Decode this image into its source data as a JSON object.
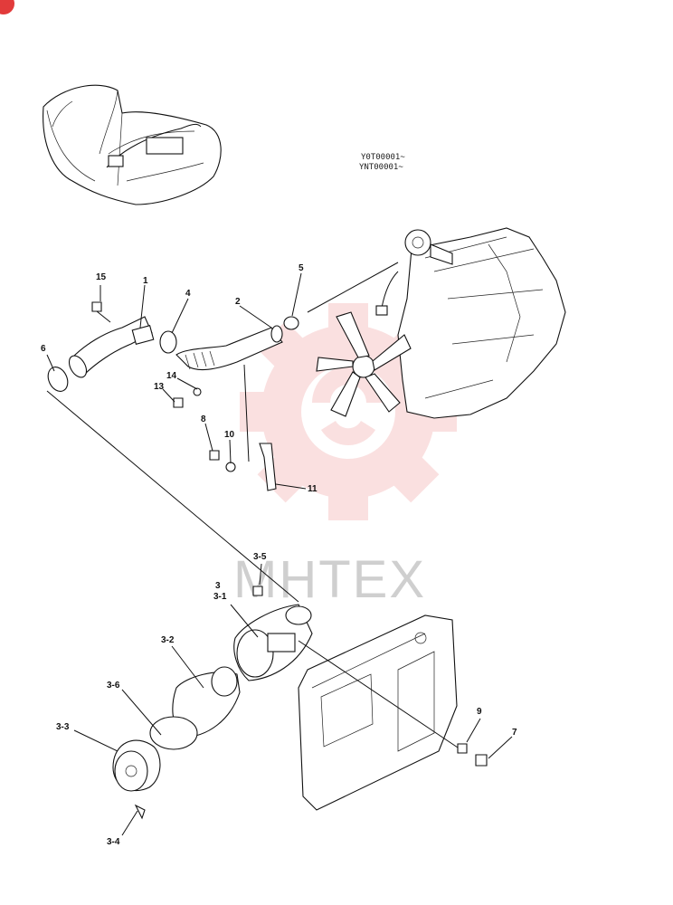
{
  "serials": [
    "Y0T00001~",
    "YNT00001~"
  ],
  "watermark": {
    "text": "MHTEX",
    "color": "#f2a9a9"
  },
  "callouts": [
    {
      "id": "c15",
      "text": "15"
    },
    {
      "id": "c1",
      "text": "1"
    },
    {
      "id": "c4",
      "text": "4"
    },
    {
      "id": "c2",
      "text": "2"
    },
    {
      "id": "c5",
      "text": "5"
    },
    {
      "id": "c6",
      "text": "6"
    },
    {
      "id": "c14",
      "text": "14"
    },
    {
      "id": "c13",
      "text": "13"
    },
    {
      "id": "c8",
      "text": "8"
    },
    {
      "id": "c10",
      "text": "10"
    },
    {
      "id": "c11",
      "text": "11"
    },
    {
      "id": "c3-5",
      "text": "3-5"
    },
    {
      "id": "c3",
      "text": "3"
    },
    {
      "id": "c3-1",
      "text": "3-1"
    },
    {
      "id": "c3-2",
      "text": "3-2"
    },
    {
      "id": "c3-6",
      "text": "3-6"
    },
    {
      "id": "c3-3",
      "text": "3-3"
    },
    {
      "id": "c3-4",
      "text": "3-4"
    },
    {
      "id": "c9",
      "text": "9"
    },
    {
      "id": "c7",
      "text": "7"
    }
  ],
  "colors": {
    "badge": "#e23b3b",
    "ink": "#111111"
  }
}
